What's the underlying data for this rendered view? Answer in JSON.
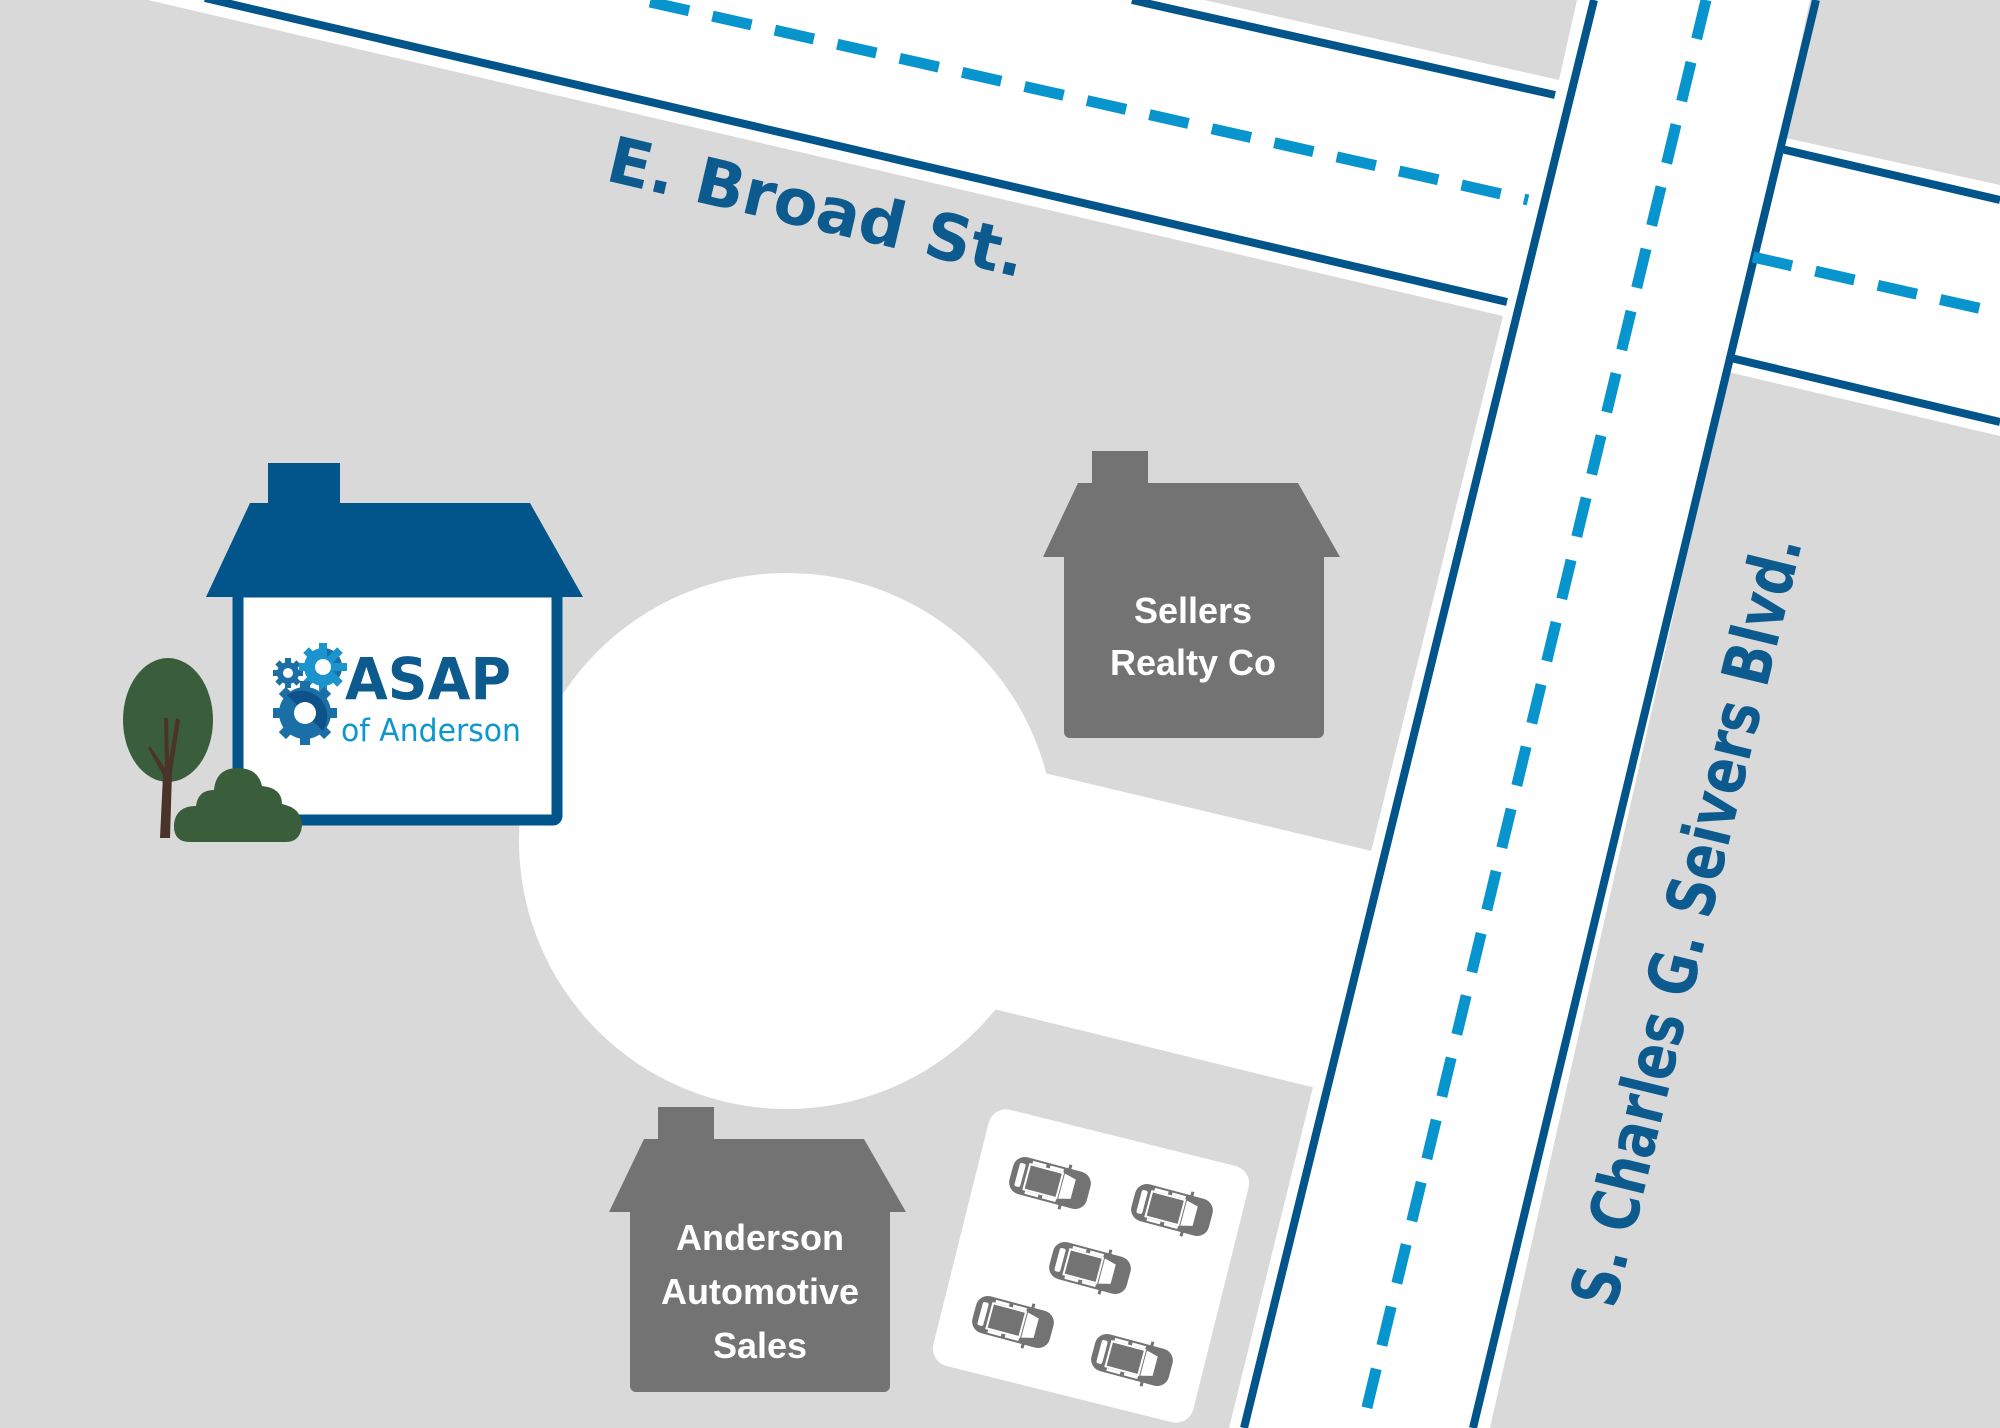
{
  "map": {
    "streets": {
      "horizontal": {
        "name": "E. Broad St."
      },
      "vertical": {
        "name": "S. Charles G. Seivers Blvd."
      }
    },
    "featured_location": {
      "logo_main": "ASAP",
      "logo_sub": "of Anderson"
    },
    "businesses": [
      {
        "name_line1": "Sellers",
        "name_line2": "Realty Co"
      },
      {
        "name_line1": "Anderson",
        "name_line2": "Automotive",
        "name_line3": "Sales"
      }
    ],
    "parking_lot": {
      "car_count": 5
    },
    "colors": {
      "background_block": "#d9d9d9",
      "road": "#ffffff",
      "road_edge": "#02558a",
      "center_dash": "#0895cd",
      "featured_building": "#02558a",
      "logo_main": "#0c5a8e",
      "logo_sub": "#0e96cf",
      "other_building": "#737373",
      "building_label": "#ffffff",
      "street_label": "#0c5a8e",
      "tree_canopy": "#3a5e3b",
      "tree_trunk": "#4a3429"
    }
  }
}
